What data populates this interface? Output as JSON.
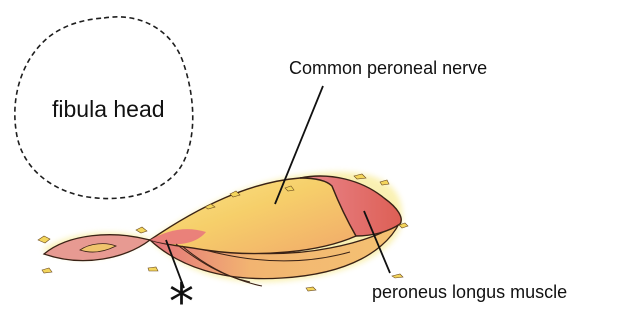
{
  "labels": {
    "fibula_head": "fibula head",
    "nerve": "Common peroneal nerve",
    "muscle": "peroneus longus muscle",
    "marker": "*"
  },
  "colors": {
    "outline": "#2a1a10",
    "nerve_yellow": "#f7d86a",
    "nerve_orange": "#f3b56a",
    "muscle_red": "#e06a5e",
    "muscle_pink": "#e9868c",
    "halo_yellow": "#f8ec9a",
    "leader_line": "#111111"
  },
  "icons": {
    "fibula_head": "dashed-circle-outline",
    "marker": "asterisk"
  }
}
